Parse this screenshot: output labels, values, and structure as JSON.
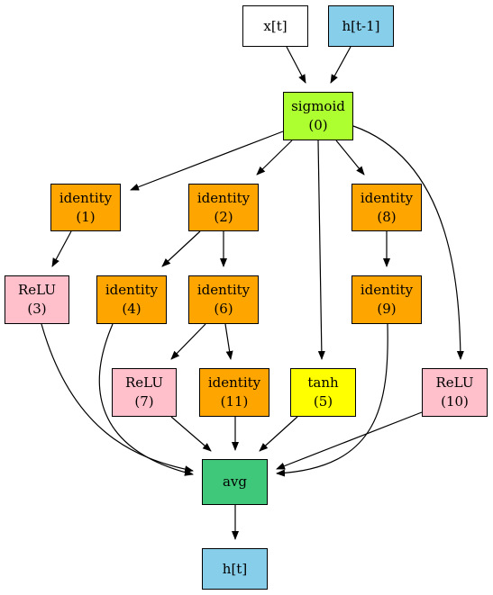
{
  "graph": {
    "nodes": {
      "x": {
        "name": "x[t]",
        "id": "",
        "fill": "#ffffff"
      },
      "h": {
        "name": "h[t-1]",
        "id": "",
        "fill": "#87ceeb"
      },
      "n0": {
        "name": "sigmoid",
        "id": "(0)",
        "fill": "#adff2f"
      },
      "n1": {
        "name": "identity",
        "id": "(1)",
        "fill": "#ffa500"
      },
      "n2": {
        "name": "identity",
        "id": "(2)",
        "fill": "#ffa500"
      },
      "n8": {
        "name": "identity",
        "id": "(8)",
        "fill": "#ffa500"
      },
      "n3": {
        "name": "ReLU",
        "id": "(3)",
        "fill": "#ffc0cb"
      },
      "n4": {
        "name": "identity",
        "id": "(4)",
        "fill": "#ffa500"
      },
      "n6": {
        "name": "identity",
        "id": "(6)",
        "fill": "#ffa500"
      },
      "n9": {
        "name": "identity",
        "id": "(9)",
        "fill": "#ffa500"
      },
      "n7": {
        "name": "ReLU",
        "id": "(7)",
        "fill": "#ffc0cb"
      },
      "n11": {
        "name": "identity",
        "id": "(11)",
        "fill": "#ffa500"
      },
      "n5": {
        "name": "tanh",
        "id": "(5)",
        "fill": "#ffff00"
      },
      "n10": {
        "name": "ReLU",
        "id": "(10)",
        "fill": "#ffc0cb"
      },
      "avg": {
        "name": "avg",
        "id": "",
        "fill": "#40c87a"
      },
      "out": {
        "name": "h[t]",
        "id": "",
        "fill": "#87ceeb"
      }
    },
    "edges": [
      [
        "x",
        "n0"
      ],
      [
        "h",
        "n0"
      ],
      [
        "n0",
        "n1"
      ],
      [
        "n0",
        "n2"
      ],
      [
        "n0",
        "n5"
      ],
      [
        "n0",
        "n8"
      ],
      [
        "n0",
        "n10"
      ],
      [
        "n1",
        "n3"
      ],
      [
        "n2",
        "n4"
      ],
      [
        "n2",
        "n6"
      ],
      [
        "n8",
        "n9"
      ],
      [
        "n6",
        "n7"
      ],
      [
        "n6",
        "n11"
      ],
      [
        "n3",
        "avg"
      ],
      [
        "n4",
        "avg"
      ],
      [
        "n7",
        "avg"
      ],
      [
        "n11",
        "avg"
      ],
      [
        "n5",
        "avg"
      ],
      [
        "n9",
        "avg"
      ],
      [
        "n10",
        "avg"
      ],
      [
        "avg",
        "out"
      ]
    ]
  }
}
